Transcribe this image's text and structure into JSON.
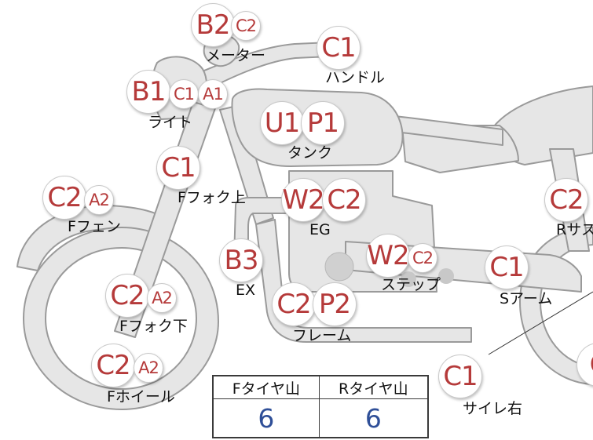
{
  "colors": {
    "badge_text": "#b53a3a",
    "frame_fill": "#e6e6e6",
    "frame_stroke": "#9a9a9a",
    "table_value": "#2f4f98"
  },
  "parts": [
    {
      "id": "meter",
      "label": "メーター",
      "codes": [
        "B2",
        "C2"
      ]
    },
    {
      "id": "handle",
      "label": "ハンドル",
      "codes": [
        "C1"
      ]
    },
    {
      "id": "light",
      "label": "ライト",
      "codes": [
        "B1",
        "C1",
        "A1"
      ]
    },
    {
      "id": "tank",
      "label": "タンク",
      "codes": [
        "U1",
        "P1"
      ]
    },
    {
      "id": "ffork-upper",
      "label": "Fフォク上",
      "codes": [
        "C1"
      ]
    },
    {
      "id": "ffender",
      "label": "Fフェン",
      "codes": [
        "C2",
        "A2"
      ]
    },
    {
      "id": "engine",
      "label": "EG",
      "codes": [
        "W2",
        "C2"
      ]
    },
    {
      "id": "rsus",
      "label": "Rサス",
      "codes": [
        "C2"
      ]
    },
    {
      "id": "exhaust",
      "label": "EX",
      "codes": [
        "B3"
      ]
    },
    {
      "id": "step",
      "label": "ステップ",
      "codes": [
        "W2",
        "C2"
      ]
    },
    {
      "id": "swingarm",
      "label": "Sアーム",
      "codes": [
        "C1"
      ]
    },
    {
      "id": "ffork-lower",
      "label": "Fフォク下",
      "codes": [
        "C2",
        "A2"
      ]
    },
    {
      "id": "frame",
      "label": "フレーム",
      "codes": [
        "C2",
        "P2"
      ]
    },
    {
      "id": "fwheel",
      "label": "Fホイール",
      "codes": [
        "C2",
        "A2"
      ]
    },
    {
      "id": "silencer-right",
      "label": "サイレ右",
      "codes": [
        "C1"
      ]
    },
    {
      "id": "rwheel",
      "label": "",
      "codes": [
        "C"
      ]
    }
  ],
  "tire_table": {
    "headers": [
      "Fタイヤ山",
      "Rタイヤ山"
    ],
    "values": [
      "6",
      "6"
    ]
  }
}
